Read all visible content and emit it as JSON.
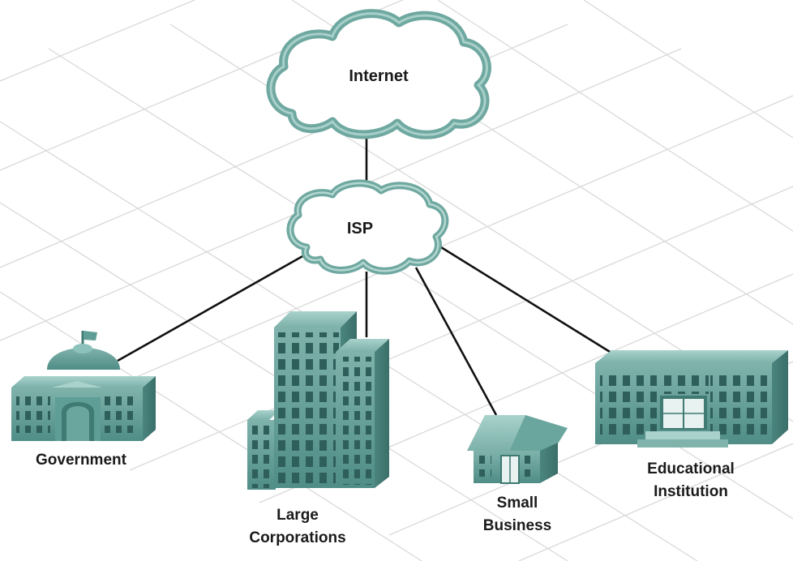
{
  "diagram": {
    "nodes": {
      "internet": {
        "label": "Internet",
        "icon": "cloud-icon"
      },
      "isp": {
        "label": "ISP",
        "icon": "cloud-icon"
      },
      "government": {
        "label": "Government",
        "icon": "government-building-icon"
      },
      "large_corporations": {
        "label_line1": "Large",
        "label_line2": "Corporations",
        "icon": "office-tower-icon"
      },
      "small_business": {
        "label_line1": "Small",
        "label_line2": "Business",
        "icon": "small-business-building-icon"
      },
      "educational_institution": {
        "label_line1": "Educational",
        "label_line2": "Institution",
        "icon": "school-building-icon"
      }
    },
    "connections": [
      {
        "from": "internet",
        "to": "isp"
      },
      {
        "from": "isp",
        "to": "government"
      },
      {
        "from": "isp",
        "to": "large_corporations"
      },
      {
        "from": "isp",
        "to": "small_business"
      },
      {
        "from": "isp",
        "to": "educational_institution"
      }
    ]
  },
  "colors": {
    "building_fill": "#5f9e97",
    "building_dark": "#3f7a73",
    "building_light": "#8cc2bb",
    "window": "#2f5f5a",
    "cloud_outline": "#6fa8a0",
    "grid": "#d9d9d9",
    "link": "#111111"
  }
}
